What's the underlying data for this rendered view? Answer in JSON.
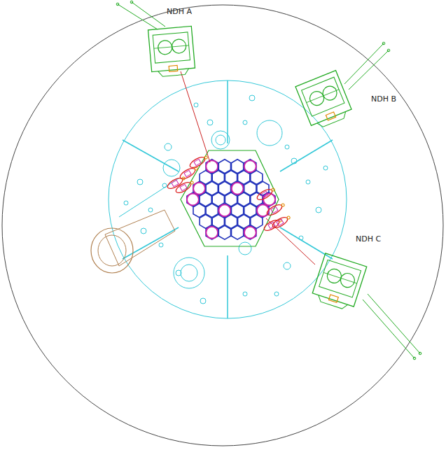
{
  "diagram": {
    "nodes": [
      {
        "text": [
          "NDH A"
        ]
      },
      {
        "text": [
          "NDH B"
        ]
      },
      {
        "text": [
          "NDH C"
        ]
      }
    ]
  }
}
